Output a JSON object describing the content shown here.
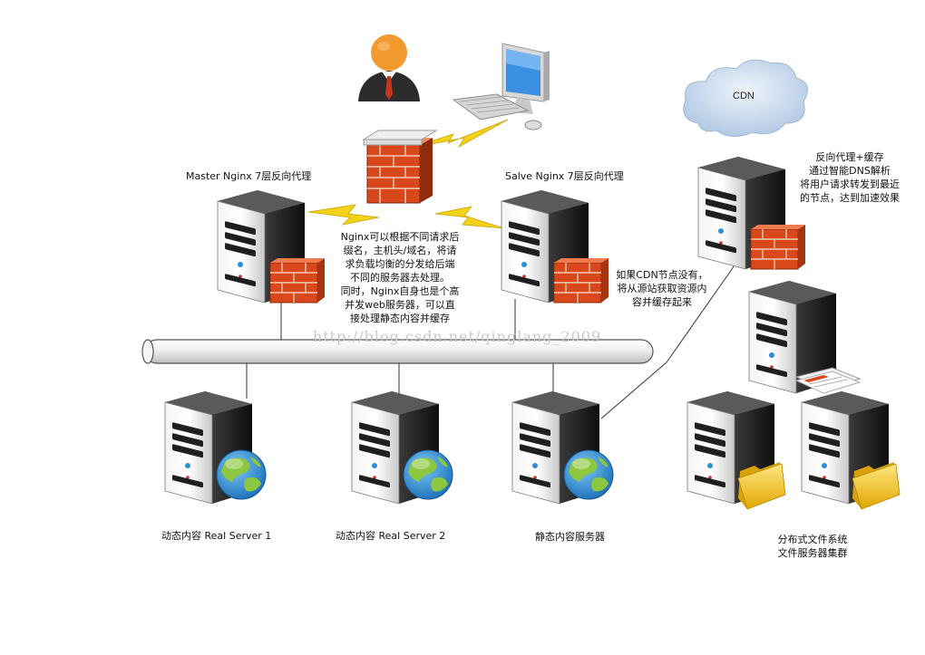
{
  "labels": {
    "master": "Master  Nginx 7层反向代理",
    "slave": "Salve Nginx 7层反向代理",
    "cdn": "CDN",
    "real1": "动态内容  Real Server 1",
    "real2": "动态内容  Real Server 2",
    "static": "静态内容服务器",
    "dfs": [
      "分布式文件系统",
      "文件服务器集群"
    ]
  },
  "notes": {
    "nginx": [
      "Nginx可以根据不同请求后",
      "缀名，主机头/域名，将请",
      "求负载均衡的分发给后端",
      "不同的服务器去处理。",
      "同时，Nginx自身也是个高",
      "并发web服务器，可以直",
      "接处理静态内容并缓存"
    ],
    "cdn_fallback": [
      "如果CDN节点没有，",
      "将从源站获取资源内",
      "容并缓存起来"
    ],
    "cdn_proxy": [
      "反向代理+缓存",
      "通过智能DNS解析",
      "将用户请求转发到最近",
      "的节点，达到加速效果"
    ]
  },
  "watermark": "http://blog.csdn.net/qinglang_2009",
  "colors": {
    "server_dark": "#1e1e1e",
    "server_light": "#9a9a9a",
    "firewall": "#d9481b",
    "bolt": "#f5d21a",
    "globe_ocean": "#2a8fd6",
    "globe_land": "#8dc63f",
    "folder": "#f5c518",
    "cloud": "#bcd3ec",
    "user_head": "#f29a2e",
    "pipe": "#e9e9e9"
  },
  "icons": [
    "user-icon",
    "computer-icon",
    "firewall-icon",
    "server-icon",
    "globe-icon",
    "folder-icon",
    "document-icon",
    "cloud-icon",
    "lightning-icon"
  ]
}
